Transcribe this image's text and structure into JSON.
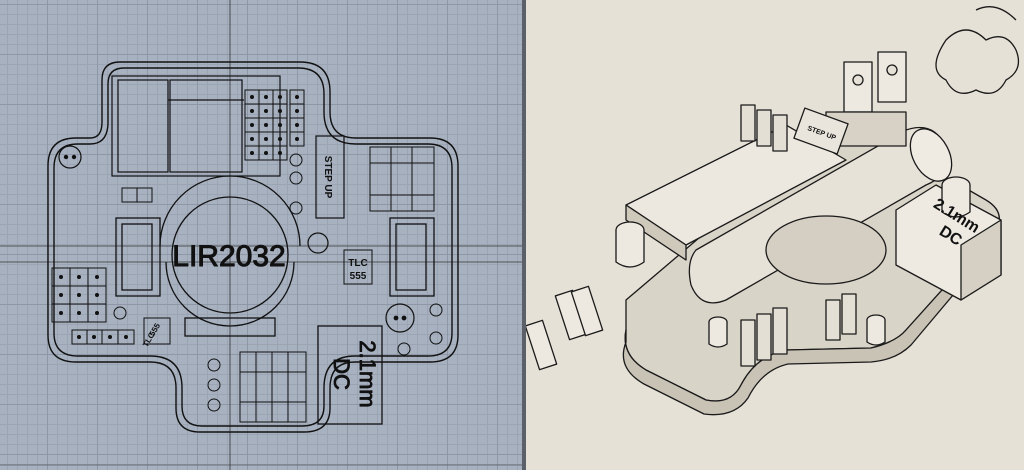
{
  "top_view": {
    "battery_label": "LIR2032",
    "step_up_label": "STEP UP",
    "dc_jack_line1": "2.1mm",
    "dc_jack_line2": "DC",
    "timer_chip_line1": "TLC",
    "timer_chip_line2": "555",
    "small_chip_line1": "555",
    "small_chip_line2": "TLC"
  },
  "perspective_view": {
    "dc_jack_line1": "2.1mm",
    "dc_jack_line2": "DC",
    "step_up_label": "STEP UP"
  },
  "colors": {
    "top_viewport_bg": "#a7b1bf",
    "perspective_bg": "#e6e1d6",
    "outline": "#111111"
  }
}
